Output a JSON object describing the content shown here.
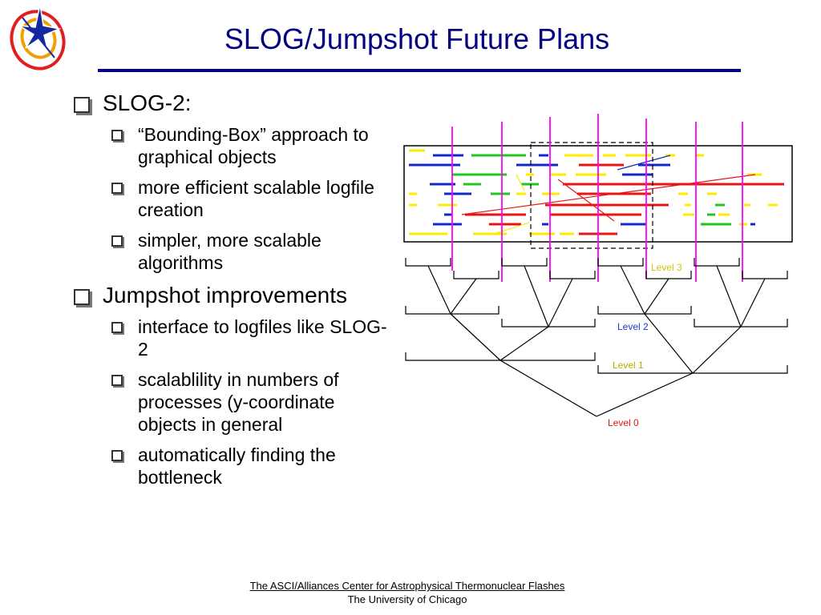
{
  "title": "SLOG/Jumpshot Future Plans",
  "bullets": [
    {
      "text": "SLOG-2:",
      "sub": [
        "“Bounding-Box” approach to graphical objects",
        "more efficient scalable logfile creation",
        "simpler, more scalable algorithms"
      ]
    },
    {
      "text": "Jumpshot improvements",
      "sub": [
        "interface to logfiles like SLOG-2",
        "scalablility in numbers of processes (y-coordinate objects in general",
        "automatically finding the bottleneck"
      ]
    }
  ],
  "diagram": {
    "level_labels": [
      "Level 3",
      "Level 2",
      "Level 1",
      "Level 0"
    ],
    "level_colors": [
      "#d4c000",
      "#1a3ad0",
      "#b0b000",
      "#e01818"
    ],
    "line_colors": [
      "#ffeb00",
      "#1428c8",
      "#22c422",
      "#e81414",
      "#ff00ff"
    ]
  },
  "footer": {
    "line1": "The ASCI/Alliances Center for Astrophysical Thermonuclear Flashes",
    "line2": "The University of Chicago"
  }
}
